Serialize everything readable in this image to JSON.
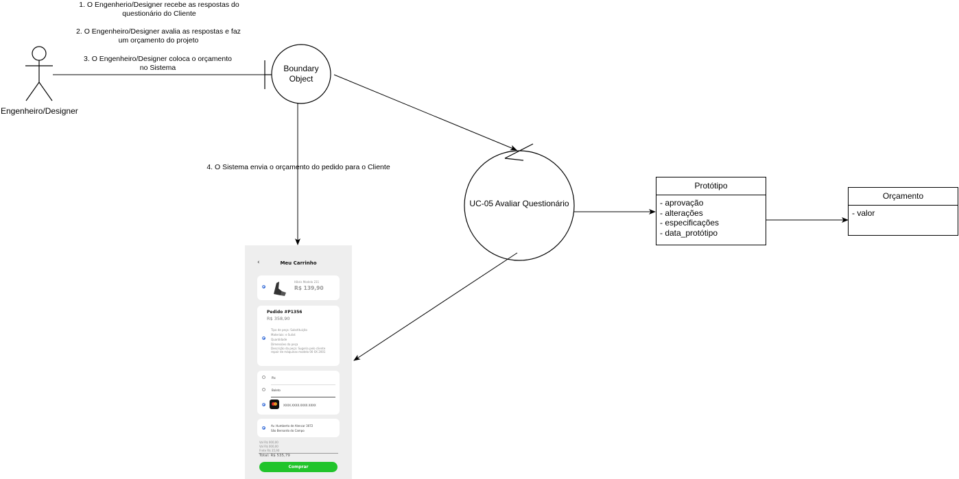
{
  "notes": {
    "step1_line1": "1. O Engenherio/Designer recebe as respostas do",
    "step1_line2": "questionário do Cliente",
    "step2_line1": "2. O Engenheiro/Designer avalia as respostas e faz",
    "step2_line2": "um orçamento do projeto",
    "step3_line1": "3. O Engenheiro/Designer coloca o orçamento",
    "step3_line2": "no Sistema",
    "step4": "4. O Sistema envia o orçamento do pedido para o Cliente"
  },
  "actor": {
    "label": "Engenheiro/Designer"
  },
  "boundary": {
    "line1": "Boundary",
    "line2": "Object"
  },
  "control": {
    "label": "UC-05 Avaliar Questionário"
  },
  "classes": {
    "prototipo": {
      "title": "Protótipo",
      "attrs": [
        "- aprovação",
        "- alterações",
        "- especificações",
        "- data_protótipo"
      ]
    },
    "orcamento": {
      "title": "Orçamento",
      "attrs": [
        "- valor"
      ]
    }
  },
  "phone": {
    "back_icon": "chevron-left-icon",
    "title": "Meu Carrinho",
    "item1": {
      "name": "Hibris Modelo 231",
      "price": "R$ 139,90"
    },
    "order": {
      "title": "Pedido #P1356",
      "price": "R$ 358,90",
      "details": [
        "Tipo de peça: Substituição",
        "Materiais: e Sulist",
        "Quantidade",
        "Dimensões da peça",
        "Descrição da peça: Sugeria pelo cliente",
        "repair de máquinas modelo 00 0X 2001"
      ]
    },
    "payment": {
      "option1": "Pix",
      "option2": "Boleto",
      "card_number": "XXXX.XXXX.XXXX.XXXX"
    },
    "address": {
      "line1": "Av. Humberto de Alencar 3072",
      "line2": "São Bernardo do Campo"
    },
    "summary": {
      "line1": "Val R$ 000,00",
      "line2": "Val R$ 000,00",
      "line3": "Frete R$ 35,90",
      "total": "Total: R$ 535,79"
    },
    "buy_label": "Comprar"
  }
}
